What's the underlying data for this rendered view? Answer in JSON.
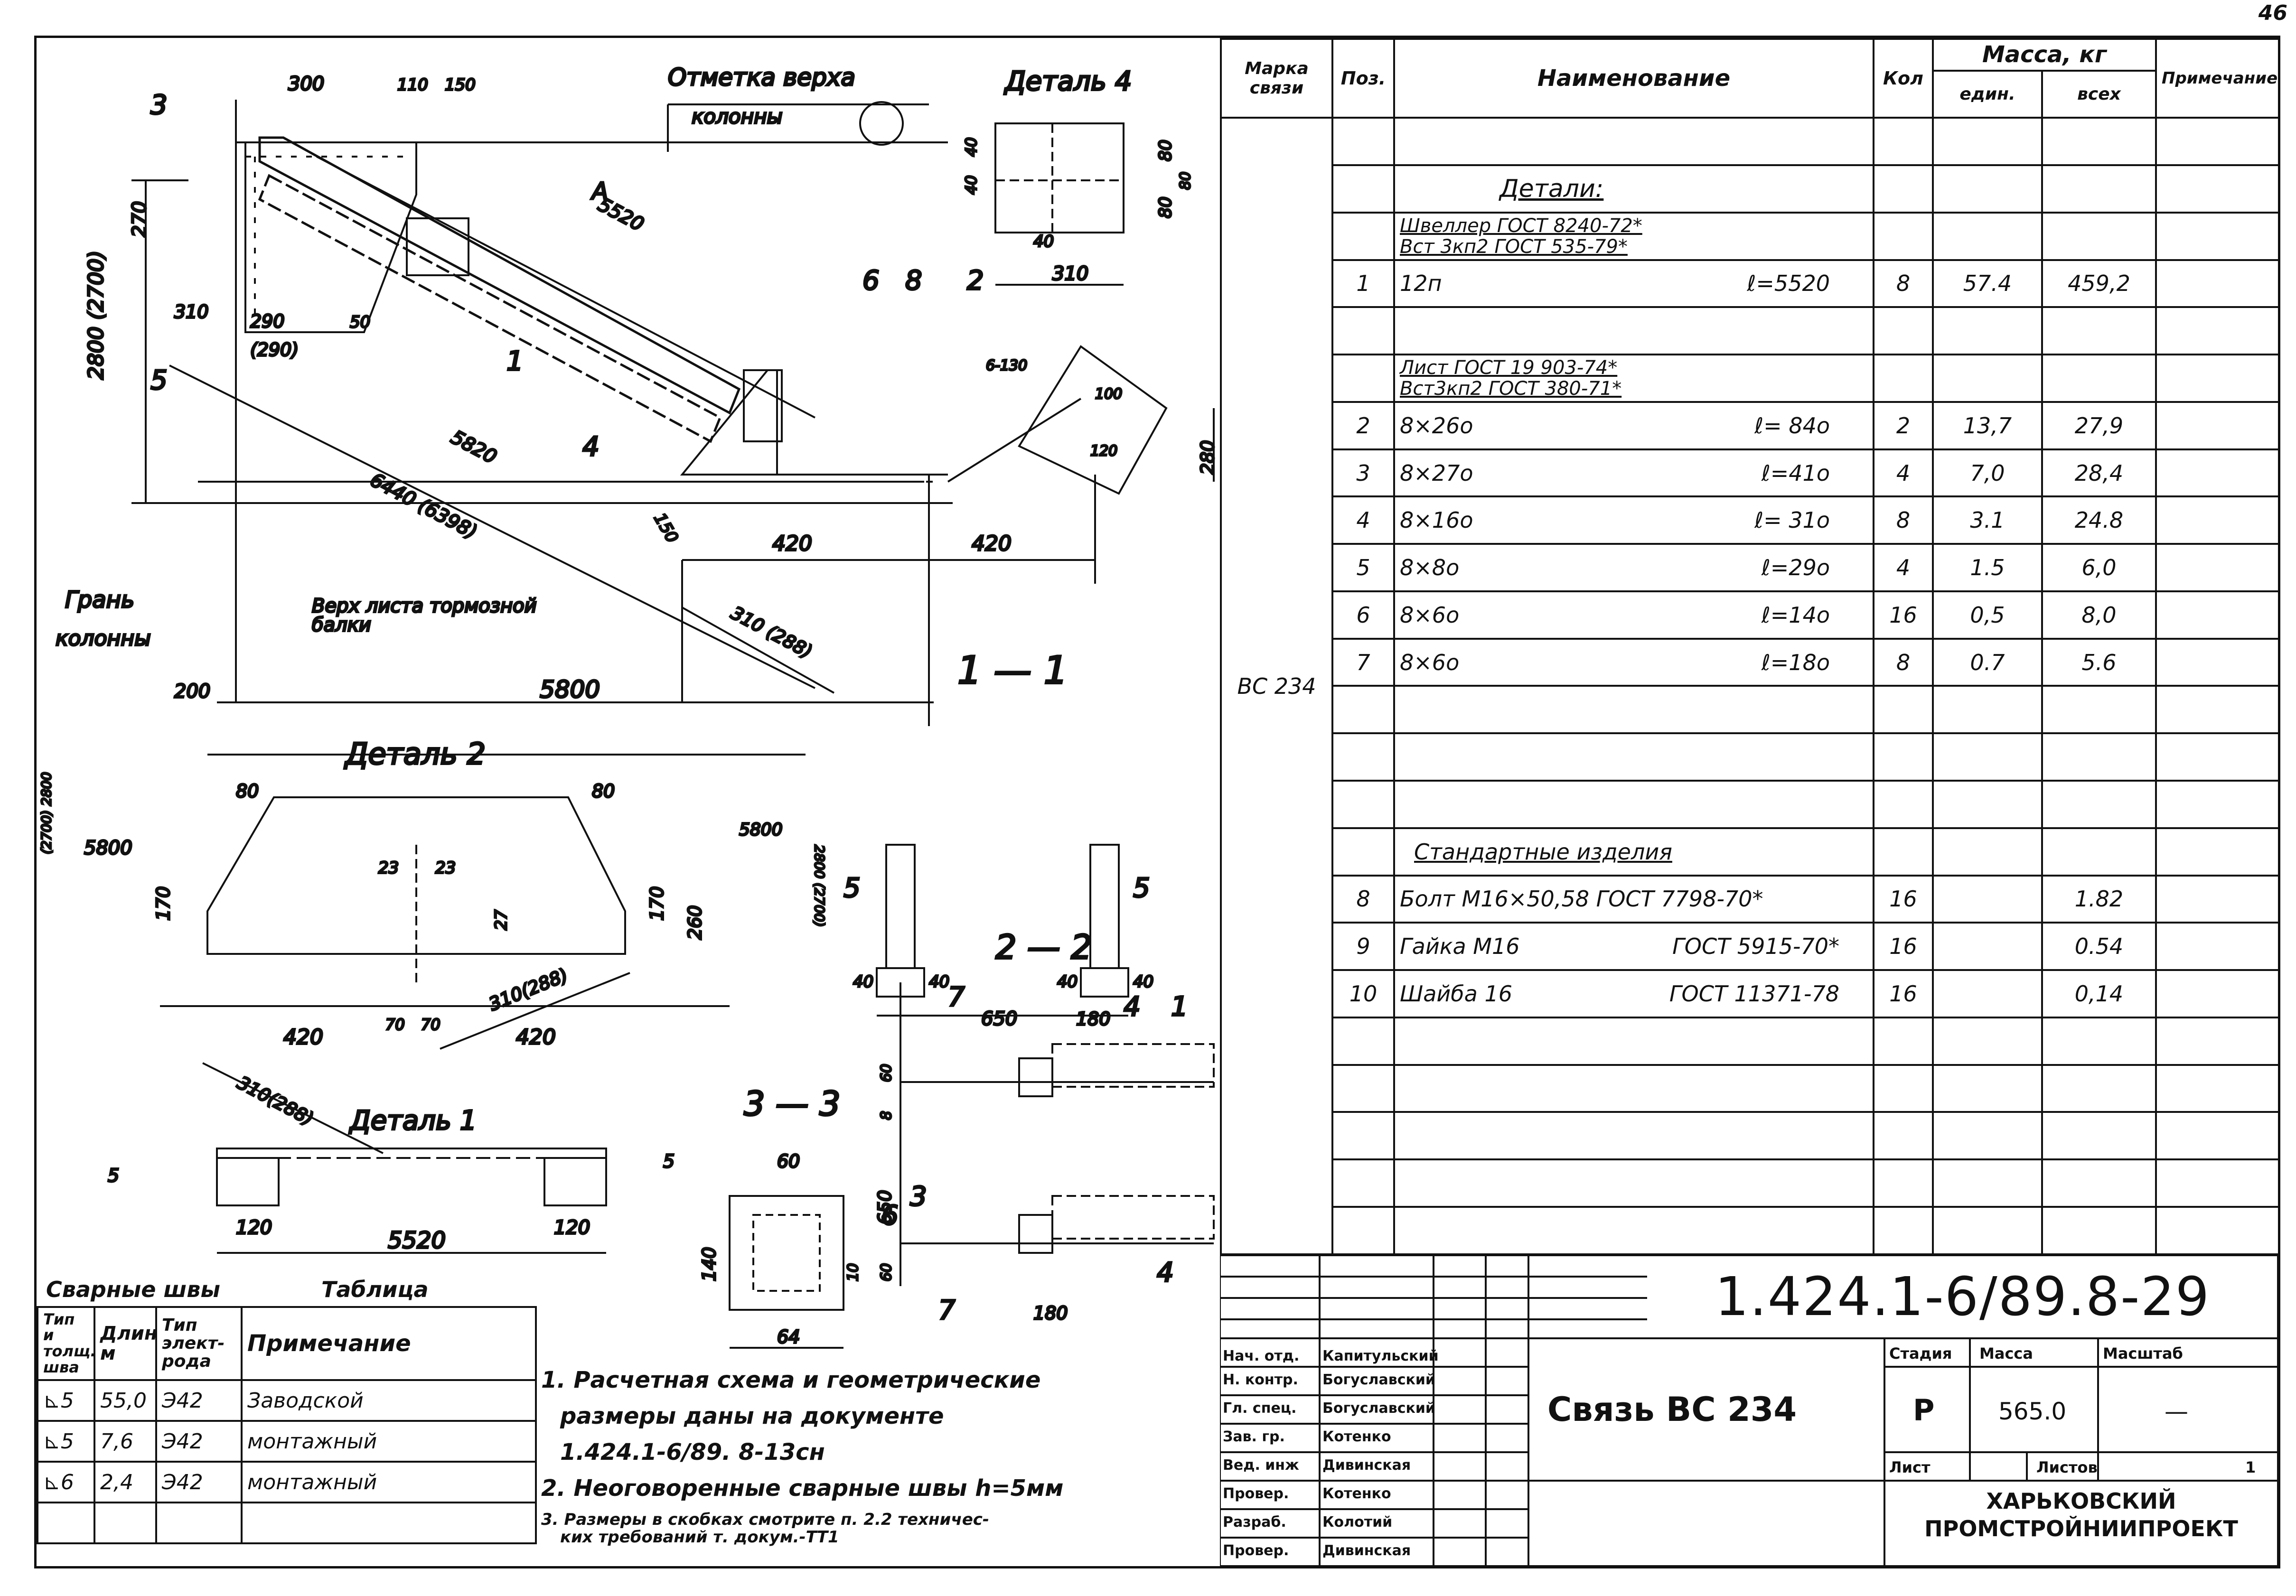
{
  "page_number": "46",
  "drawing": {
    "labels": {
      "top_mark": "Отметка верха",
      "column": "колонны",
      "column_face": "Грань",
      "column_face2": "колонны",
      "brake_beam": "Верх листа тормозной",
      "brake_beam2": "балки",
      "detail4": "Деталь 4",
      "detail2": "Деталь 2",
      "detail1": "Деталь 1",
      "sec11": "1 — 1",
      "sec22": "2 — 2",
      "sec33": "3 — 3"
    },
    "dims": {
      "d300": "300",
      "d110": "110",
      "d150": "150",
      "d5520a": "5520",
      "d270": "270",
      "d2800": "2800 (2700)",
      "d310": "310",
      "d290": "290",
      "d290b": "(290)",
      "d50": "50",
      "d5820": "5820",
      "d6440": "6440 (6398)",
      "d420a": "420",
      "d420b": "420",
      "d310b": "310 (288)",
      "d5800": "5800",
      "d200": "200",
      "d150b": "150",
      "d280": "280",
      "d40a": "40",
      "d40b": "40",
      "d80a": "80",
      "d80b": "80",
      "d40c": "40",
      "d310c": "310",
      "d80c": "80",
      "d80d": "80",
      "d170a": "170",
      "d170b": "170",
      "d260": "260",
      "d23a": "23",
      "d23b": "23",
      "d27": "27",
      "d70a": "70",
      "d70b": "70",
      "d420c": "420",
      "d420d": "420",
      "d310d": "310(288)",
      "d310e": "310(288)",
      "d5800b": "5800",
      "d2700": "(2700) 2800",
      "d2800b": "2800 (2700)",
      "d5800c": "5800",
      "d120a": "120",
      "d120b": "120",
      "d5520b": "5520",
      "d5a": "5",
      "d5b": "5",
      "d650": "650",
      "d40d": "40",
      "d40e": "40",
      "d40f": "40",
      "d40g": "40",
      "d180a": "180",
      "d180b": "180",
      "d60": "60",
      "d60b": "60",
      "d650b": "650",
      "d8": "8",
      "d60c": "60",
      "d140": "140",
      "d64": "64",
      "d10": "10",
      "d80e": "80",
      "d130": "6-130",
      "d100": "100",
      "d120c": "120"
    },
    "marks": {
      "m1": "1",
      "m2": "2",
      "m3": "3",
      "m4": "4",
      "m5": "5",
      "m6": "6",
      "m7": "7",
      "m8": "8",
      "mA": "A",
      "sec1": "1",
      "sec2": "2",
      "sec3": "3"
    }
  },
  "spec": {
    "headers": {
      "brand": "Марка связи",
      "pos": "Поз.",
      "name": "Наименование",
      "qty": "Кол",
      "mass": "Масса, кг",
      "unit": "един.",
      "total": "всех",
      "note": "Примечание"
    },
    "brand_value": "ВС 234",
    "section_details": "Детали:",
    "channel_line1": "Швеллер  ГОСТ 8240-72*",
    "channel_line2": "Вст 3кп2   ГОСТ 535-79*",
    "sheet_line1": "Лист        ГОСТ 19 903-74*",
    "sheet_line2": "Вст3кп2     ГОСТ 380-71*",
    "section_std": "Стандартные изделия",
    "rows": [
      {
        "pos": "1",
        "name": "12п",
        "len": "ℓ=5520",
        "qty": "8",
        "unit": "57.4",
        "total": "459,2"
      },
      {
        "pos": "2",
        "name": "8×26о",
        "len": "ℓ= 84о",
        "qty": "2",
        "unit": "13,7",
        "total": "27,9"
      },
      {
        "pos": "3",
        "name": "8×27о",
        "len": "ℓ=41о",
        "qty": "4",
        "unit": "7,0",
        "total": "28,4"
      },
      {
        "pos": "4",
        "name": "8×16о",
        "len": "ℓ= 31о",
        "qty": "8",
        "unit": "3.1",
        "total": "24.8"
      },
      {
        "pos": "5",
        "name": "8×8о",
        "len": "ℓ=29о",
        "qty": "4",
        "unit": "1.5",
        "total": "6,0"
      },
      {
        "pos": "6",
        "name": "8×6о",
        "len": "ℓ=14о",
        "qty": "16",
        "unit": "0,5",
        "total": "8,0"
      },
      {
        "pos": "7",
        "name": "8×6о",
        "len": "ℓ=18о",
        "qty": "8",
        "unit": "0.7",
        "total": "5.6"
      },
      {
        "pos": "8",
        "name": "Болт М16×50,58 ГОСТ 7798-70*",
        "len": "",
        "qty": "16",
        "unit": "",
        "total": "1.82"
      },
      {
        "pos": "9",
        "name": "Гайка М16",
        "len": "ГОСТ 5915-70*",
        "qty": "16",
        "unit": "",
        "total": "0.54"
      },
      {
        "pos": "10",
        "name": "Шайба 16",
        "len": "ГОСТ 11371-78",
        "qty": "16",
        "unit": "",
        "total": "0,14"
      }
    ]
  },
  "titleblock": {
    "code": "1.424.1-6/89.8-29",
    "name": "Связь ВС 234",
    "stage_hdr": "Стадия",
    "mass_hdr": "Масса",
    "scale_hdr": "Масштаб",
    "stage": "Р",
    "mass": "565.0",
    "scale": "—",
    "sheet_hdr": "Лист",
    "sheets_hdr": "Листов",
    "sheets": "1",
    "org1": "ХАРЬКОВСКИЙ",
    "org2": "ПРОМСТРОЙНИИПРОЕКТ",
    "people": [
      {
        "role": "Нач. отд.",
        "name": "Капитульский"
      },
      {
        "role": "Н. контр.",
        "name": "Богуславский"
      },
      {
        "role": "Гл. спец.",
        "name": "Богуславский"
      },
      {
        "role": "Зав. гр.",
        "name": "Котенко"
      },
      {
        "role": "Вед. инж",
        "name": "Дивинская"
      },
      {
        "role": "Провер.",
        "name": "Котенко"
      },
      {
        "role": "Разраб.",
        "name": "Колотий"
      },
      {
        "role": "Провер.",
        "name": "Дивинская"
      }
    ]
  },
  "welds": {
    "title": "Сварные швы",
    "title2": "Таблица",
    "headers": [
      "Тип и толщ. шва",
      "Длина м",
      "Тип элект-рода",
      "Примечание"
    ],
    "rows": [
      {
        "type": "⊾5",
        "len": "55,0",
        "el": "Э42",
        "note": "Заводской"
      },
      {
        "type": "⊾5",
        "len": "7,6",
        "el": "Э42",
        "note": "монтажный"
      },
      {
        "type": "⊾6",
        "len": "2,4",
        "el": "Э42",
        "note": "монтажный"
      }
    ]
  },
  "notes": {
    "n1a": "1. Расчетная схема и геометрические",
    "n1b": "размеры даны на документе",
    "n1c": "1.424.1-6/89. 8-13сн",
    "n2": "2. Неоговоренные сварные швы h=5мм",
    "n3a": "3. Размеры в скобках смотрите п. 2.2 техничес-",
    "n3b": "ких требований т. докум.-ТТ1"
  }
}
